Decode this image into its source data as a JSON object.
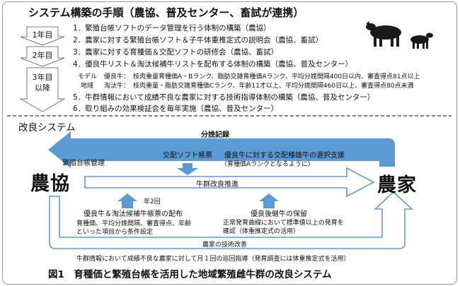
{
  "title": "システム構築の手順（農協、普及センター、畜試が連携）",
  "years": [
    "1年目",
    "2年目",
    "3年目",
    "以降"
  ],
  "steps": [
    "1．繁殖台帳ソフトのデータ管理を行う体制の構築（農協）",
    "2．農家に対する繁殖台帳ソフト＆子牛体重推定式の説明会（農協、畜試）",
    "3．農家に対する育種価＆交配ソフトの研修会（農協、畜試）",
    "4．優良牛リスト＆淘汰候補牛リストを配布する体制の構築（農協、普及センター）",
    "5．牛群情報において成績不良な農家に対する技術指導体制の構築（農協、普及センター）",
    "6．取り組みの効果検証会を毎年実施（農協、普及センター）"
  ],
  "model": {
    "label1": "モデル",
    "label2": "地域",
    "row1_head": "優良牛：",
    "row1": "枝肉重量育種価A・Bランク、脂肪交雑育種価Aランク、平均分娩間隔400日以内、審査得点81点以上",
    "row2_head": "淘汰牛：",
    "row2": "枝肉重量・脂肪交雑育種価Cランク、年齢11才以上、平均分娩間隔460日以上、審査得点80点未満"
  },
  "section2_title": "改良システム",
  "nodes": {
    "left": "農協",
    "right": "農家"
  },
  "labels": {
    "bunben": "分娩記録",
    "hanshoku": "繁殖台帳管理",
    "kohai": "交配ソフト帳票",
    "support1": "優良牛に対する交配種雄牛の選択支援",
    "support2": "（育種価Aランクとなるように）",
    "gyugun": "牛群改良推進",
    "nen2": "年2回",
    "haifu": "優良牛＆淘汰候補牛帳票の配布",
    "cond1": "育種価、平均分娩間隔、審査得点、年齢",
    "cond2": "といった項目から条件設定",
    "hoji": "優良後継牛の保留",
    "hoji1": "正常発育曲線において標準値以上の発育を",
    "hoji2": "確認（体重推定式の活用）",
    "gijutsu": "農家の技術改善",
    "note": "牛群情報において成績不良な農家に対して月１回の巡回指導（発育調査には体重推定式を活用）"
  },
  "caption": "図1　育種価と繁殖台帳を活用した地域繁殖雌牛群の改良システム",
  "colors": {
    "arrow": "#5b9bd5",
    "box": "#c9c9c9"
  }
}
